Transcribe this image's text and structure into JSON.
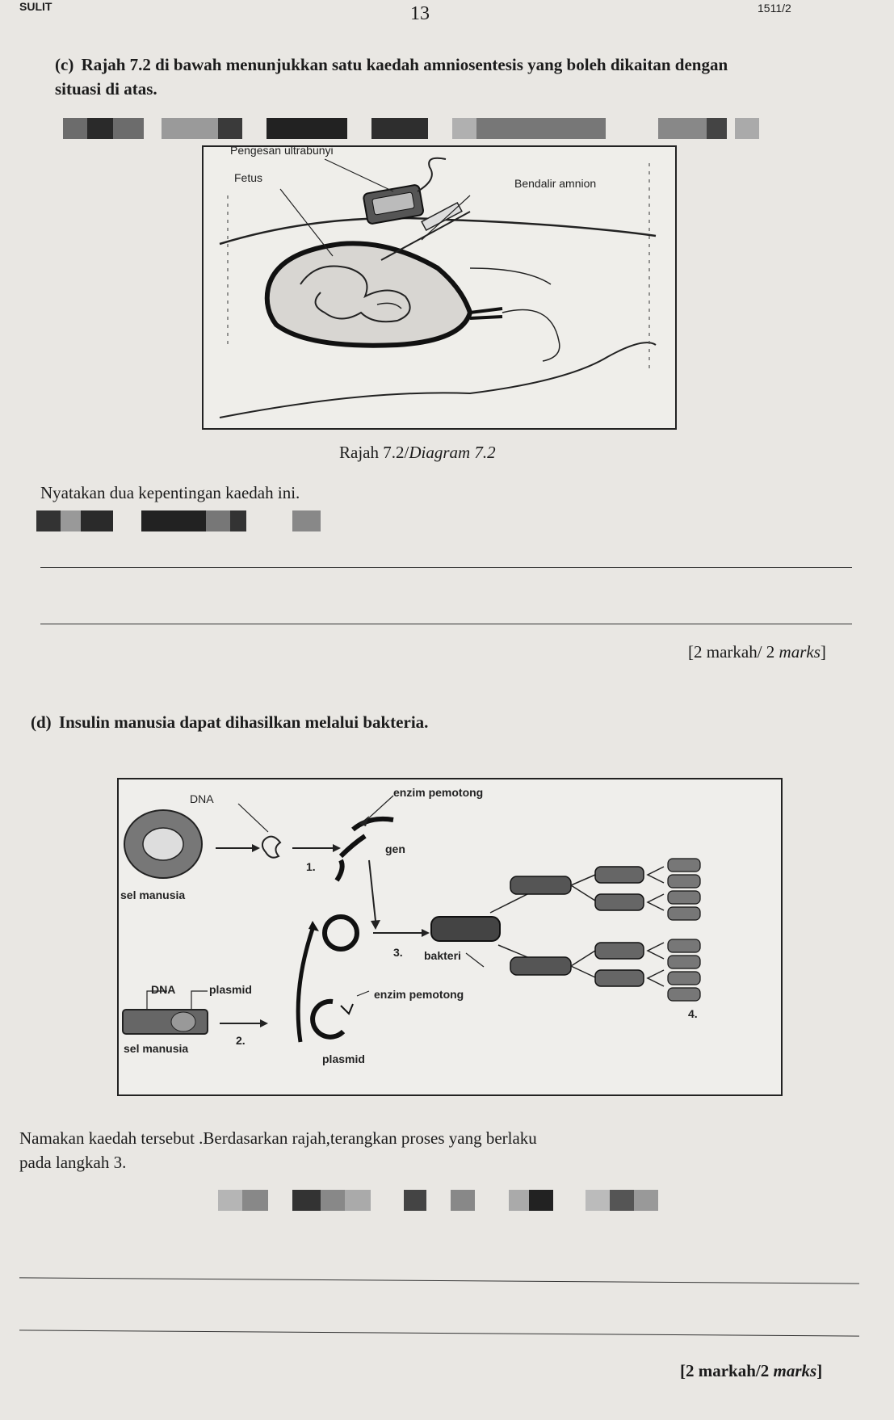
{
  "header": {
    "left": "SULIT",
    "page_number": "13",
    "right": "1511/2"
  },
  "question_c": {
    "label": "(c)",
    "text_line1": "Rajah 7.2  di bawah menunjukkan satu kaedah amniosentesis yang boleh dikaitan dengan",
    "text_line2": "situasi di atas.",
    "diagram": {
      "labels": {
        "probe": "Pengesan ultrabunyi",
        "fetus": "Fetus",
        "amnion": "Bendalir amnion"
      },
      "caption_malay": "Rajah 7.2/",
      "caption_english": "Diagram 7.2"
    },
    "prompt": "Nyatakan dua kepentingan kaedah ini.",
    "marks": "[2 markah/ 2 ",
    "marks_en": "marks",
    "marks_close": "]"
  },
  "question_d": {
    "label": "(d)",
    "text": "Insulin manusia dapat dihasilkan melalui bakteria.",
    "diagram": {
      "labels": {
        "dna_top": "DNA",
        "enzim_top": "enzim pemotong",
        "gen": "gen",
        "step1": "1.",
        "sel_manusia_top": "sel manusia",
        "step3": "3.",
        "bakteri": "bakteri",
        "dna_bottom": "DNA",
        "plasmid_label": "plasmid",
        "enzim_bottom": "enzim pemotong",
        "step2": "2.",
        "step4": "4.",
        "sel_manusia_bottom": "sel manusia",
        "plasmid_bottom": "plasmid"
      }
    },
    "prompt_line1": "Namakan kaedah tersebut .Berdasarkan rajah,terangkan proses yang berlaku",
    "prompt_line2": "pada langkah 3.",
    "marks": "[2 markah/2 ",
    "marks_en": "marks",
    "marks_close": "]"
  }
}
